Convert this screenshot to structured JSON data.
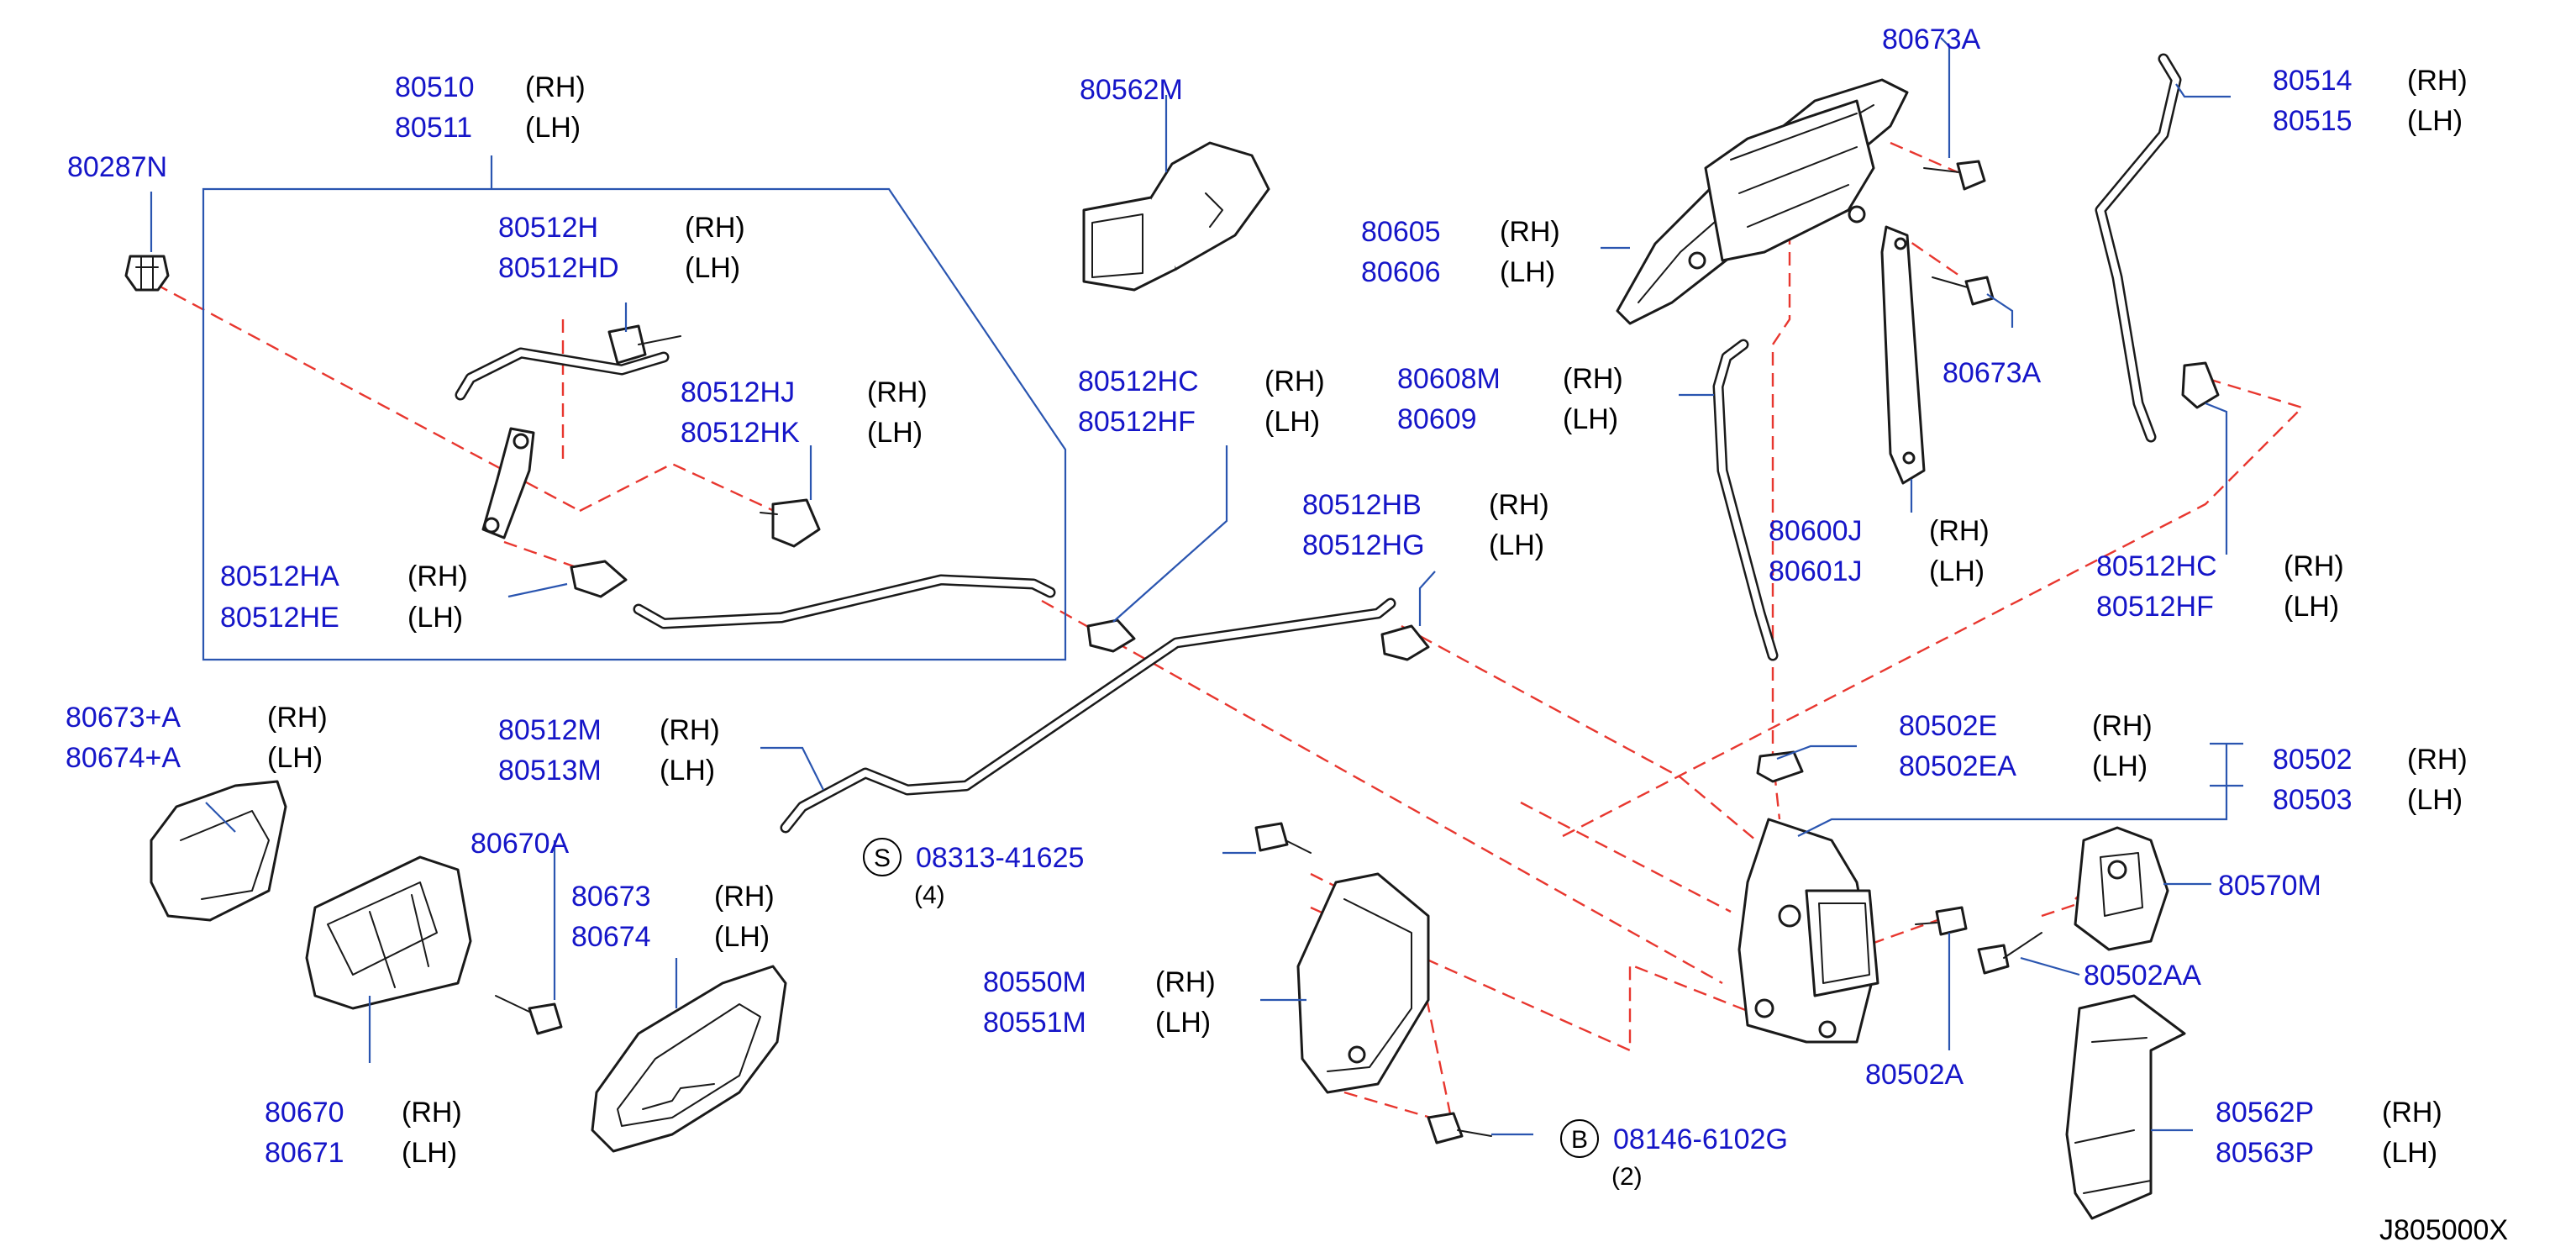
{
  "diagram_id": "J805000X",
  "labels": {
    "p80510": "80510",
    "p80511": "80511",
    "p80287N": "80287N",
    "p80512H": "80512H",
    "p80512HD": "80512HD",
    "p80512HJ": "80512HJ",
    "p80512HK": "80512HK",
    "p80512HA": "80512HA",
    "p80512HE": "80512HE",
    "p80562M": "80562M",
    "p80512HC_a": "80512HC",
    "p80512HF_a": "80512HF",
    "p80512HB": "80512HB",
    "p80512HG": "80512HG",
    "p80673A_top": "80673A",
    "p80605": "80605",
    "p80606": "80606",
    "p80608M": "80608M",
    "p80609": "80609",
    "p80673A_mid": "80673A",
    "p80600J": "80600J",
    "p80601J": "80601J",
    "p80514": "80514",
    "p80515": "80515",
    "p80512HC_b": "80512HC",
    "p80512HF_b": "80512HF",
    "p80673A_plus": "80673+A",
    "p80674A_plus": "80674+A",
    "p80512M": "80512M",
    "p80513M": "80513M",
    "p80670A": "80670A",
    "p80673": "80673",
    "p80674": "80674",
    "p80670": "80670",
    "p80671": "80671",
    "p08313": "08313-41625",
    "q08313": "(4)",
    "p80550M": "80550M",
    "p80551M": "80551M",
    "p08146": "08146-6102G",
    "q08146": "(2)",
    "p80502E": "80502E",
    "p80502EA": "80502EA",
    "p80502": "80502",
    "p80503": "80503",
    "p80570M": "80570M",
    "p80502AA": "80502AA",
    "p80502A": "80502A",
    "p80562P": "80562P",
    "p80563P": "80563P"
  },
  "sides": {
    "rh": "(RH)",
    "lh": "(LH)"
  },
  "symbols": {
    "s": "S",
    "b": "B"
  }
}
